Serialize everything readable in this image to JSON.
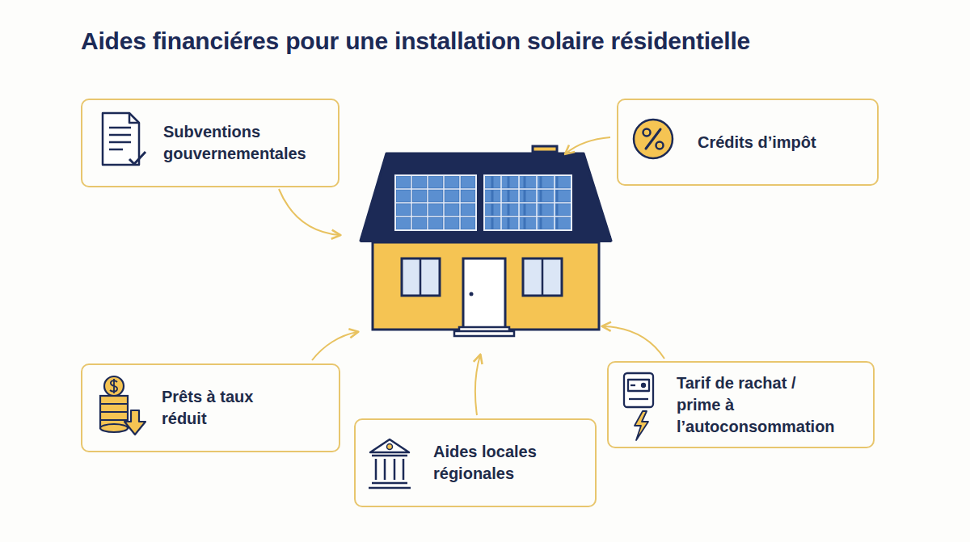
{
  "diagram": {
    "title": "Aides financiéres pour une installation solaire résidentielle",
    "nodes": [
      {
        "text": [
          "Subventions gouvernementales"
        ]
      },
      {
        "text": [
          "Crédits d’impôt"
        ]
      },
      {
        "text": [
          "Prêts à taux réduit"
        ]
      },
      {
        "text": [
          "Aides locales régionales"
        ]
      },
      {
        "text": [
          "Tarif de rachat / prime à l’autoconsommation"
        ]
      }
    ]
  }
}
